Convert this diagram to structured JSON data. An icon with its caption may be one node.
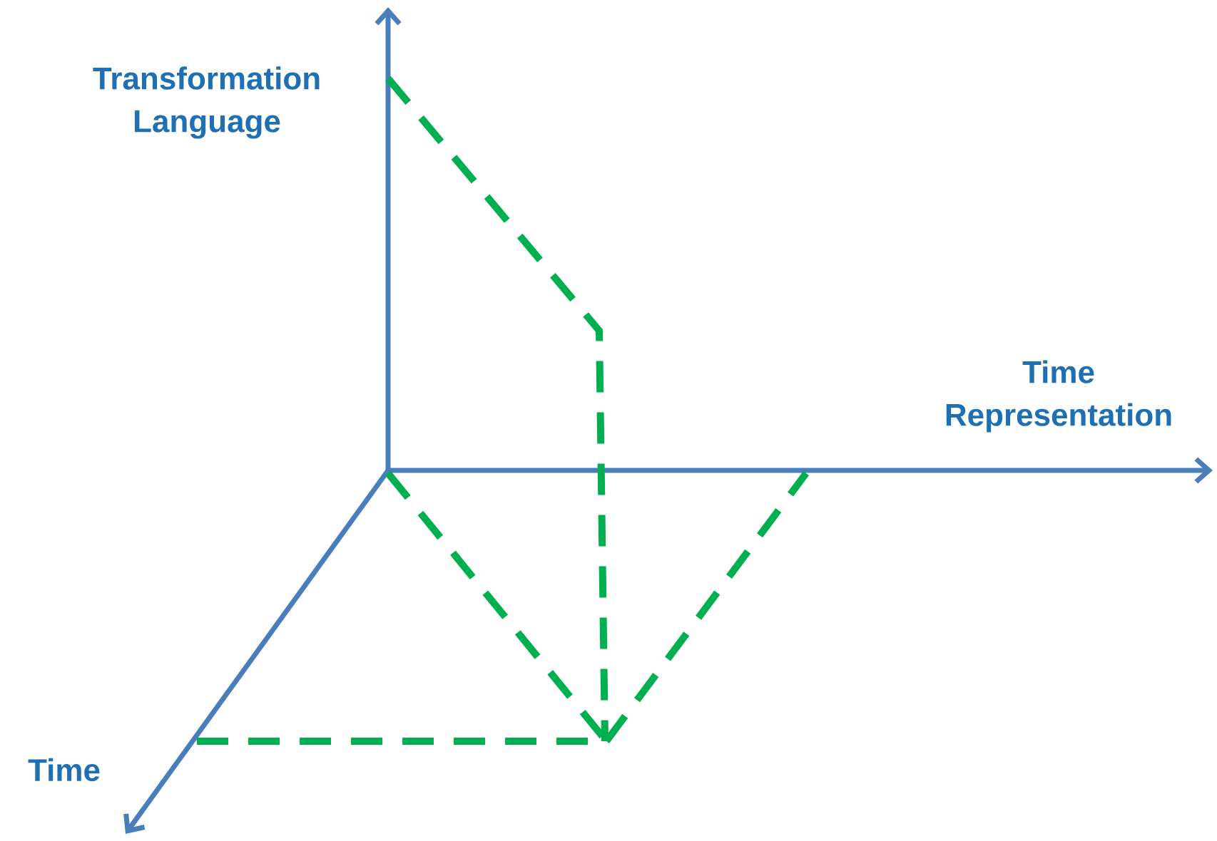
{
  "diagram": {
    "labels": [
      "Transformation Language",
      "Time Representation",
      "Time"
    ]
  }
}
